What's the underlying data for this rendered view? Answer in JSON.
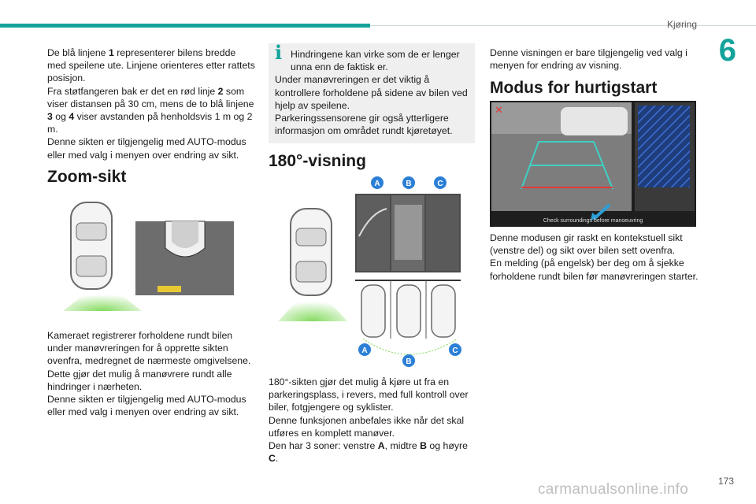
{
  "header": {
    "section": "Kjøring",
    "chapter": "6"
  },
  "col1": {
    "p1": [
      {
        "t": "De blå linjene "
      },
      {
        "b": "1"
      },
      {
        "t": " representerer bilens bredde med speilene ute. Linjene orienteres etter rattets posisjon."
      }
    ],
    "p2": [
      {
        "t": "Fra støtfangeren bak er det en rød linje "
      },
      {
        "b": "2"
      },
      {
        "t": " som viser distansen på 30 cm, mens de to blå linjene "
      },
      {
        "b": "3"
      },
      {
        "t": " og "
      },
      {
        "b": "4"
      },
      {
        "t": " viser avstanden på henholdsvis 1 m og 2 m."
      }
    ],
    "p3": "Denne sikten er tilgjengelig med AUTO-modus eller med valg i menyen over endring av sikt.",
    "h_zoom": "Zoom-sikt",
    "p4": "Kameraet registrerer forholdene rundt bilen under manøvreringen for å opprette sikten ovenfra, medregnet de nærmeste omgivelsene.",
    "p5": "Dette gjør det mulig å manøvrere rundt alle hindringer i nærheten.",
    "p6": "Denne sikten er tilgjengelig med AUTO-modus eller med valg i menyen over endring av sikt."
  },
  "col2": {
    "note_icon": "i",
    "note_l1": "Hindringene kan virke som de er lenger unna enn de faktisk er.",
    "note_l2": "Under manøvreringen er det viktig å kontrollere forholdene på sidene av bilen ved hjelp av speilene.",
    "note_l3": "Parkeringssensorene gir også ytterligere informasjon om området rundt kjøretøyet.",
    "h_180": "180°-visning",
    "zone_labels_top": [
      "A",
      "B",
      "C"
    ],
    "zone_labels_bottom": [
      "A",
      "B",
      "C"
    ],
    "p1": "180°-sikten gjør det mulig å kjøre ut fra en parkeringsplass, i revers, med full kontroll over biler, fotgjengere og syklister.",
    "p2": "Denne funksjonen anbefales ikke når det skal utføres en komplett manøver.",
    "p3": [
      {
        "t": "Den har 3 soner: venstre "
      },
      {
        "b": "A"
      },
      {
        "t": ", midtre "
      },
      {
        "b": "B"
      },
      {
        "t": " og høyre "
      },
      {
        "b": "C"
      },
      {
        "t": "."
      }
    ]
  },
  "col3": {
    "p1": "Denne visningen er bare tilgjengelig ved valg i menyen for endring av visning.",
    "h_quick": "Modus for hurtigstart",
    "screen_caption": "Check surroundings before manoeuvring",
    "p2": "Denne modusen gir raskt en kontekstuell sikt (venstre del) og sikt over bilen sett ovenfra.",
    "p3": "En melding (på engelsk) ber deg om å sjekke forholdene rundt bilen før manøvreringen starter."
  },
  "footer": {
    "page": "173",
    "watermark": "carmanualsonline.info"
  },
  "colors": {
    "accent": "#14a39a",
    "badge": "#2b7fd6",
    "green_glow": "#7ed957"
  }
}
